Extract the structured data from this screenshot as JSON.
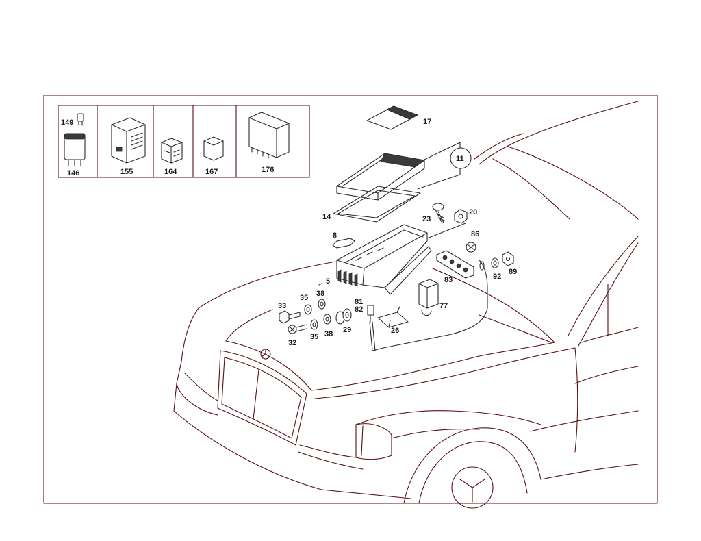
{
  "colors": {
    "outline": "#5a0f14",
    "ink": "#1a1a1a",
    "background": "#ffffff"
  },
  "relay_panel": {
    "items": [
      {
        "id": "r146",
        "label": "146"
      },
      {
        "id": "r149",
        "label": "149"
      },
      {
        "id": "r155",
        "label": "155"
      },
      {
        "id": "r164",
        "label": "164"
      },
      {
        "id": "r167",
        "label": "167"
      },
      {
        "id": "r176",
        "label": "176"
      }
    ]
  },
  "callouts": {
    "p17": "17",
    "p11": "11",
    "p14": "14",
    "p23": "23",
    "p20": "20",
    "p8": "8",
    "p86": "86",
    "p5": "5",
    "p83": "83",
    "p92": "92",
    "p89": "89",
    "p35a": "35",
    "p38a": "38",
    "p33": "33",
    "p81": "81",
    "p82": "82",
    "p77": "77",
    "p32": "32",
    "p35b": "35",
    "p38b": "38",
    "p29": "29",
    "p26": "26"
  }
}
